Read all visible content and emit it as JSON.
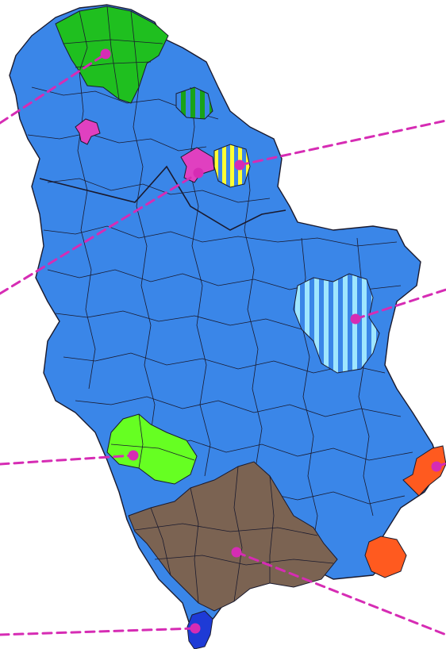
{
  "map": {
    "colors": {
      "background": "#ffffff",
      "base": "#3a86e8",
      "border": "#1a1a2e",
      "north_cluster": "#1fbf1f",
      "north_stripes": "#19a319",
      "magenta": "#e040c0",
      "yellow_stripes": "#ffff33",
      "light_blue_stripes": "#9fe6ff",
      "lime": "#66ff22",
      "brown": "#7b6352",
      "orange": "#ff5a1f",
      "dark_blue": "#1e3bd6",
      "leader_line": "#d62cb4"
    },
    "regions": [
      {
        "name": "serbia-territory",
        "color_key": "base"
      },
      {
        "name": "north-green-cluster",
        "color_key": "north_cluster"
      },
      {
        "name": "green-striped-patch",
        "color_key": "north_stripes"
      },
      {
        "name": "magenta-patch-west",
        "color_key": "magenta"
      },
      {
        "name": "magenta-patch-center",
        "color_key": "magenta"
      },
      {
        "name": "yellow-striped-patch",
        "color_key": "yellow_stripes"
      },
      {
        "name": "light-blue-striped-patch",
        "color_key": "light_blue_stripes"
      },
      {
        "name": "lime-southwest-patch",
        "color_key": "lime"
      },
      {
        "name": "brown-south-region",
        "color_key": "brown"
      },
      {
        "name": "orange-east-patch",
        "color_key": "orange"
      },
      {
        "name": "orange-southeast-patch",
        "color_key": "orange"
      },
      {
        "name": "dark-blue-south-patch",
        "color_key": "dark_blue"
      }
    ],
    "icons": [
      "leader-line-icon",
      "marker-dot-icon"
    ]
  }
}
